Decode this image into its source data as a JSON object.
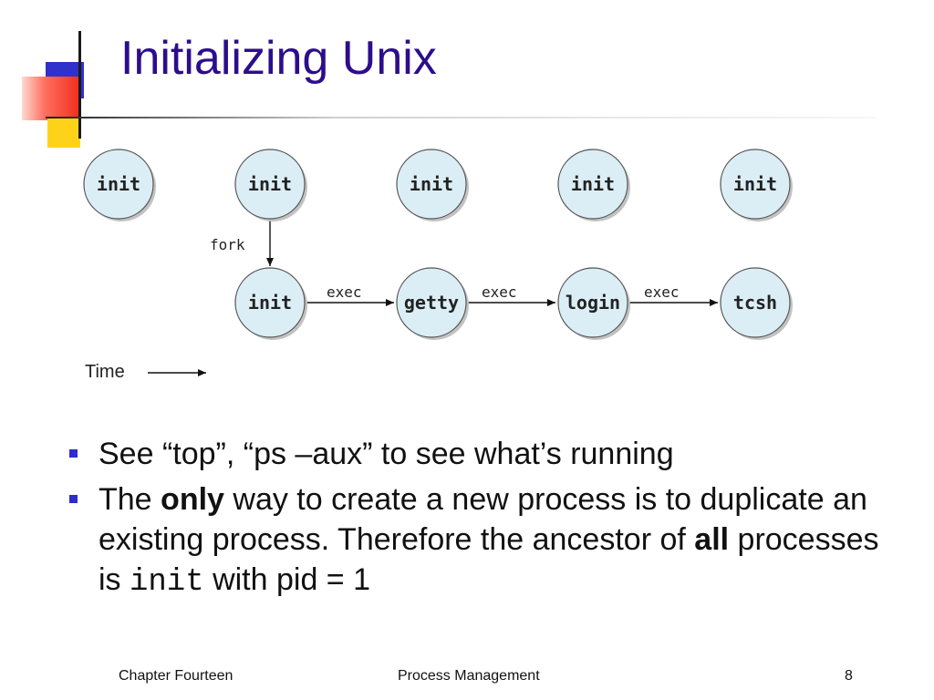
{
  "slide": {
    "title": "Initializing Unix",
    "diagram": {
      "nodes": [
        {
          "id": "t0-init",
          "label": "init"
        },
        {
          "id": "t1-init",
          "label": "init"
        },
        {
          "id": "t2-init",
          "label": "init"
        },
        {
          "id": "t3-init",
          "label": "init"
        },
        {
          "id": "t4-init",
          "label": "init"
        },
        {
          "id": "child-init",
          "label": "init"
        },
        {
          "id": "getty",
          "label": "getty"
        },
        {
          "id": "login",
          "label": "login"
        },
        {
          "id": "tcsh",
          "label": "tcsh"
        }
      ],
      "edges": [
        {
          "from": "t1-init",
          "to": "child-init",
          "label": "fork"
        },
        {
          "from": "child-init",
          "to": "getty",
          "label": "exec"
        },
        {
          "from": "getty",
          "to": "login",
          "label": "exec"
        },
        {
          "from": "login",
          "to": "tcsh",
          "label": "exec"
        }
      ],
      "time_label": "Time",
      "node_fill": "#dbeef5"
    },
    "bullets": [
      {
        "text": "See “top”, “ps –aux” to see what’s running"
      },
      {
        "part1": "The ",
        "bold1": "only",
        "part2": " way to create a new process is to duplicate an existing process. Therefore the ancestor of ",
        "bold2": "all",
        "part3": " processes is ",
        "code": "init",
        "part4": " with pid = 1"
      }
    ]
  },
  "footer": {
    "chapter": "Chapter Fourteen",
    "topic": "Process Management",
    "page": "8"
  },
  "colors": {
    "title": "#2c0e8c",
    "bullet_marker": "#2c2ccf",
    "logo_blue": "#3030cc",
    "logo_red": "#f03020",
    "logo_yellow": "#ffd21a"
  }
}
